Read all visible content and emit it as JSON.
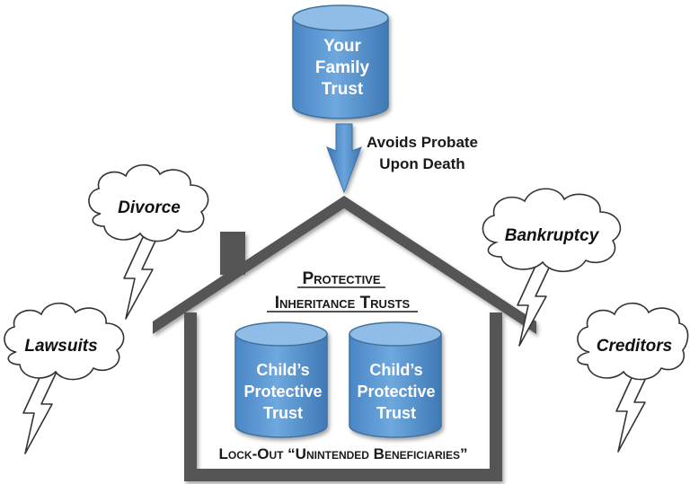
{
  "family_trust": {
    "lines": [
      "Your",
      "Family",
      "Trust"
    ]
  },
  "arrow_caption": {
    "lines": [
      "Avoids Probate",
      "Upon Death"
    ]
  },
  "house_title": {
    "line1": "Protective",
    "line2": "Inheritance Trusts"
  },
  "child_trusts": [
    {
      "lines": [
        "Child’s",
        "Protective",
        "Trust"
      ]
    },
    {
      "lines": [
        "Child’s",
        "Protective",
        "Trust"
      ]
    }
  ],
  "lockout_caption": "Lock-Out “Unintended Beneficiaries”",
  "threats": {
    "divorce": "Divorce",
    "lawsuits": "Lawsuits",
    "bankruptcy": "Bankruptcy",
    "creditors": "Creditors"
  },
  "colors": {
    "cylinder_fill": "#5b9bd5",
    "cylinder_top": "#7fb2e3",
    "cylinder_stroke": "#41719c",
    "house": "#555555",
    "cloud_stroke": "#333333"
  }
}
